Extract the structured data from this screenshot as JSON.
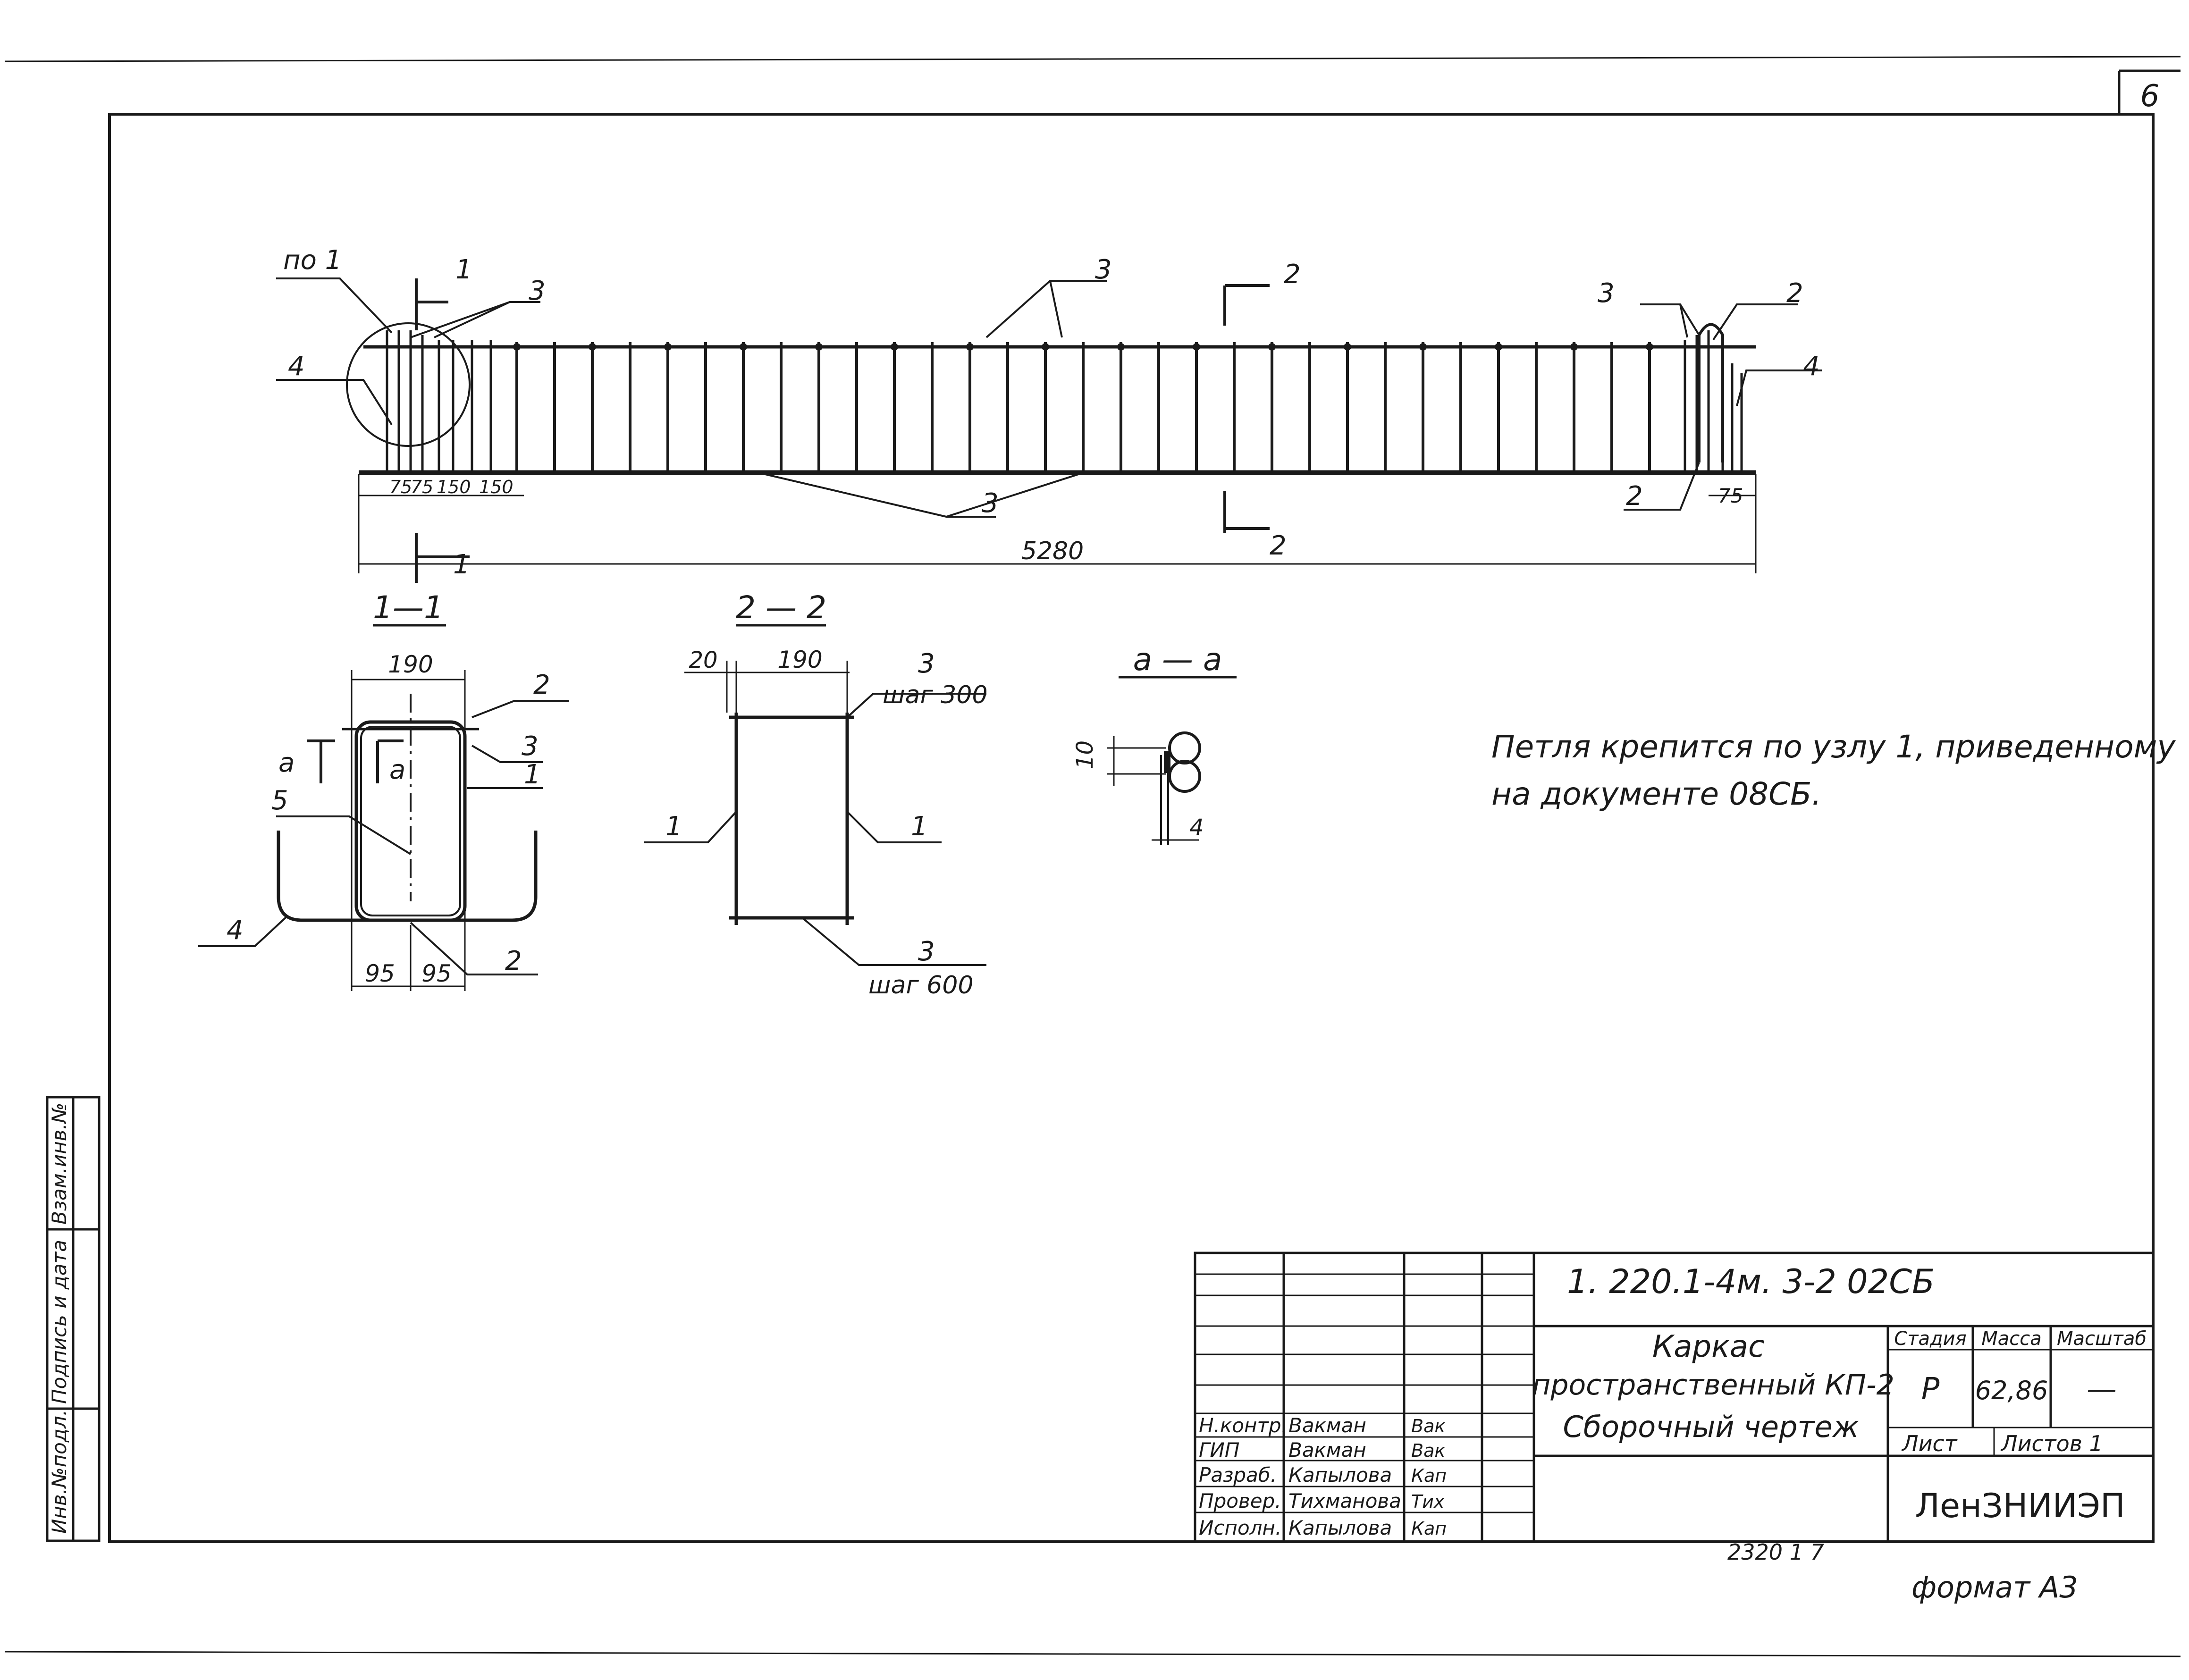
{
  "sheet": {
    "page_number": "6",
    "format_label": "формат А3",
    "stamp_number": "2320 1   7"
  },
  "elevation": {
    "labels": {
      "node": "по 1",
      "pos3_top_left": "3",
      "pos3_top_mid": "3",
      "pos3_top_right": "3",
      "pos2_top_right": "2",
      "pos4_left": "4",
      "pos4_right": "4",
      "pos3_bottom": "3",
      "pos2_bottom_right": "2",
      "cut1_top": "1",
      "cut1_bottom": "1",
      "cut2_top": "2",
      "cut2_bottom": "2"
    },
    "dims": {
      "d75a": "75",
      "d75b": "75",
      "d150a": "150",
      "d150b": "150",
      "d75right": "75",
      "total": "5280"
    }
  },
  "section_1_1": {
    "title": "1—1",
    "dim_width": "190",
    "dim_half_left": "95",
    "dim_half_right": "95",
    "pos2_top": "2",
    "pos3": "3",
    "pos1": "1",
    "pos5": "5",
    "pos4": "4",
    "pos2_bottom": "2",
    "cut_a_left": "а",
    "cut_a_right": "а"
  },
  "section_2_2": {
    "title": "2 — 2",
    "dim_20": "20",
    "dim_190": "190",
    "pos3_top": "3",
    "step_top": "шаг 300",
    "pos1_left": "1",
    "pos1_right": "1",
    "pos3_bottom": "3",
    "step_bottom": "шаг 600"
  },
  "detail_a_a": {
    "title": "а — а",
    "dim_10": "10",
    "dim_4": "4"
  },
  "note": {
    "line1": "Петля крепится по узлу 1, приведенному",
    "line2": "на документе 08СБ."
  },
  "side_stamp": {
    "inv_orig": "Инв.№подл.",
    "sign_date": "Подпись и дата",
    "inv_replace": "Взам.инв.№"
  },
  "title_block": {
    "document_code": "1. 220.1-4м. 3-2  02СБ",
    "title_line1": "Каркас",
    "title_line2": "пространственный КП-2",
    "title_line3": "Сборочный чертеж",
    "headers": {
      "stage": "Стадия",
      "mass": "Масса",
      "scale": "Масштаб"
    },
    "stage_value": "Р",
    "mass_value": "62,86",
    "scale_value": "—",
    "sheet_label": "Лист",
    "sheets_label": "Листов 1",
    "organization": "ЛенЗНИИЭП",
    "staff": [
      {
        "role": "Н.контр.",
        "name": "Вакман",
        "sign": "Вак"
      },
      {
        "role": "ГИП",
        "name": "Вакман",
        "sign": "Вак"
      },
      {
        "role": "Разраб.",
        "name": "Капылова",
        "sign": "Кап"
      },
      {
        "role": "Провер.",
        "name": "Тихманова",
        "sign": "Тих"
      },
      {
        "role": "Исполн.",
        "name": "Капылова",
        "sign": "Кап"
      }
    ]
  }
}
